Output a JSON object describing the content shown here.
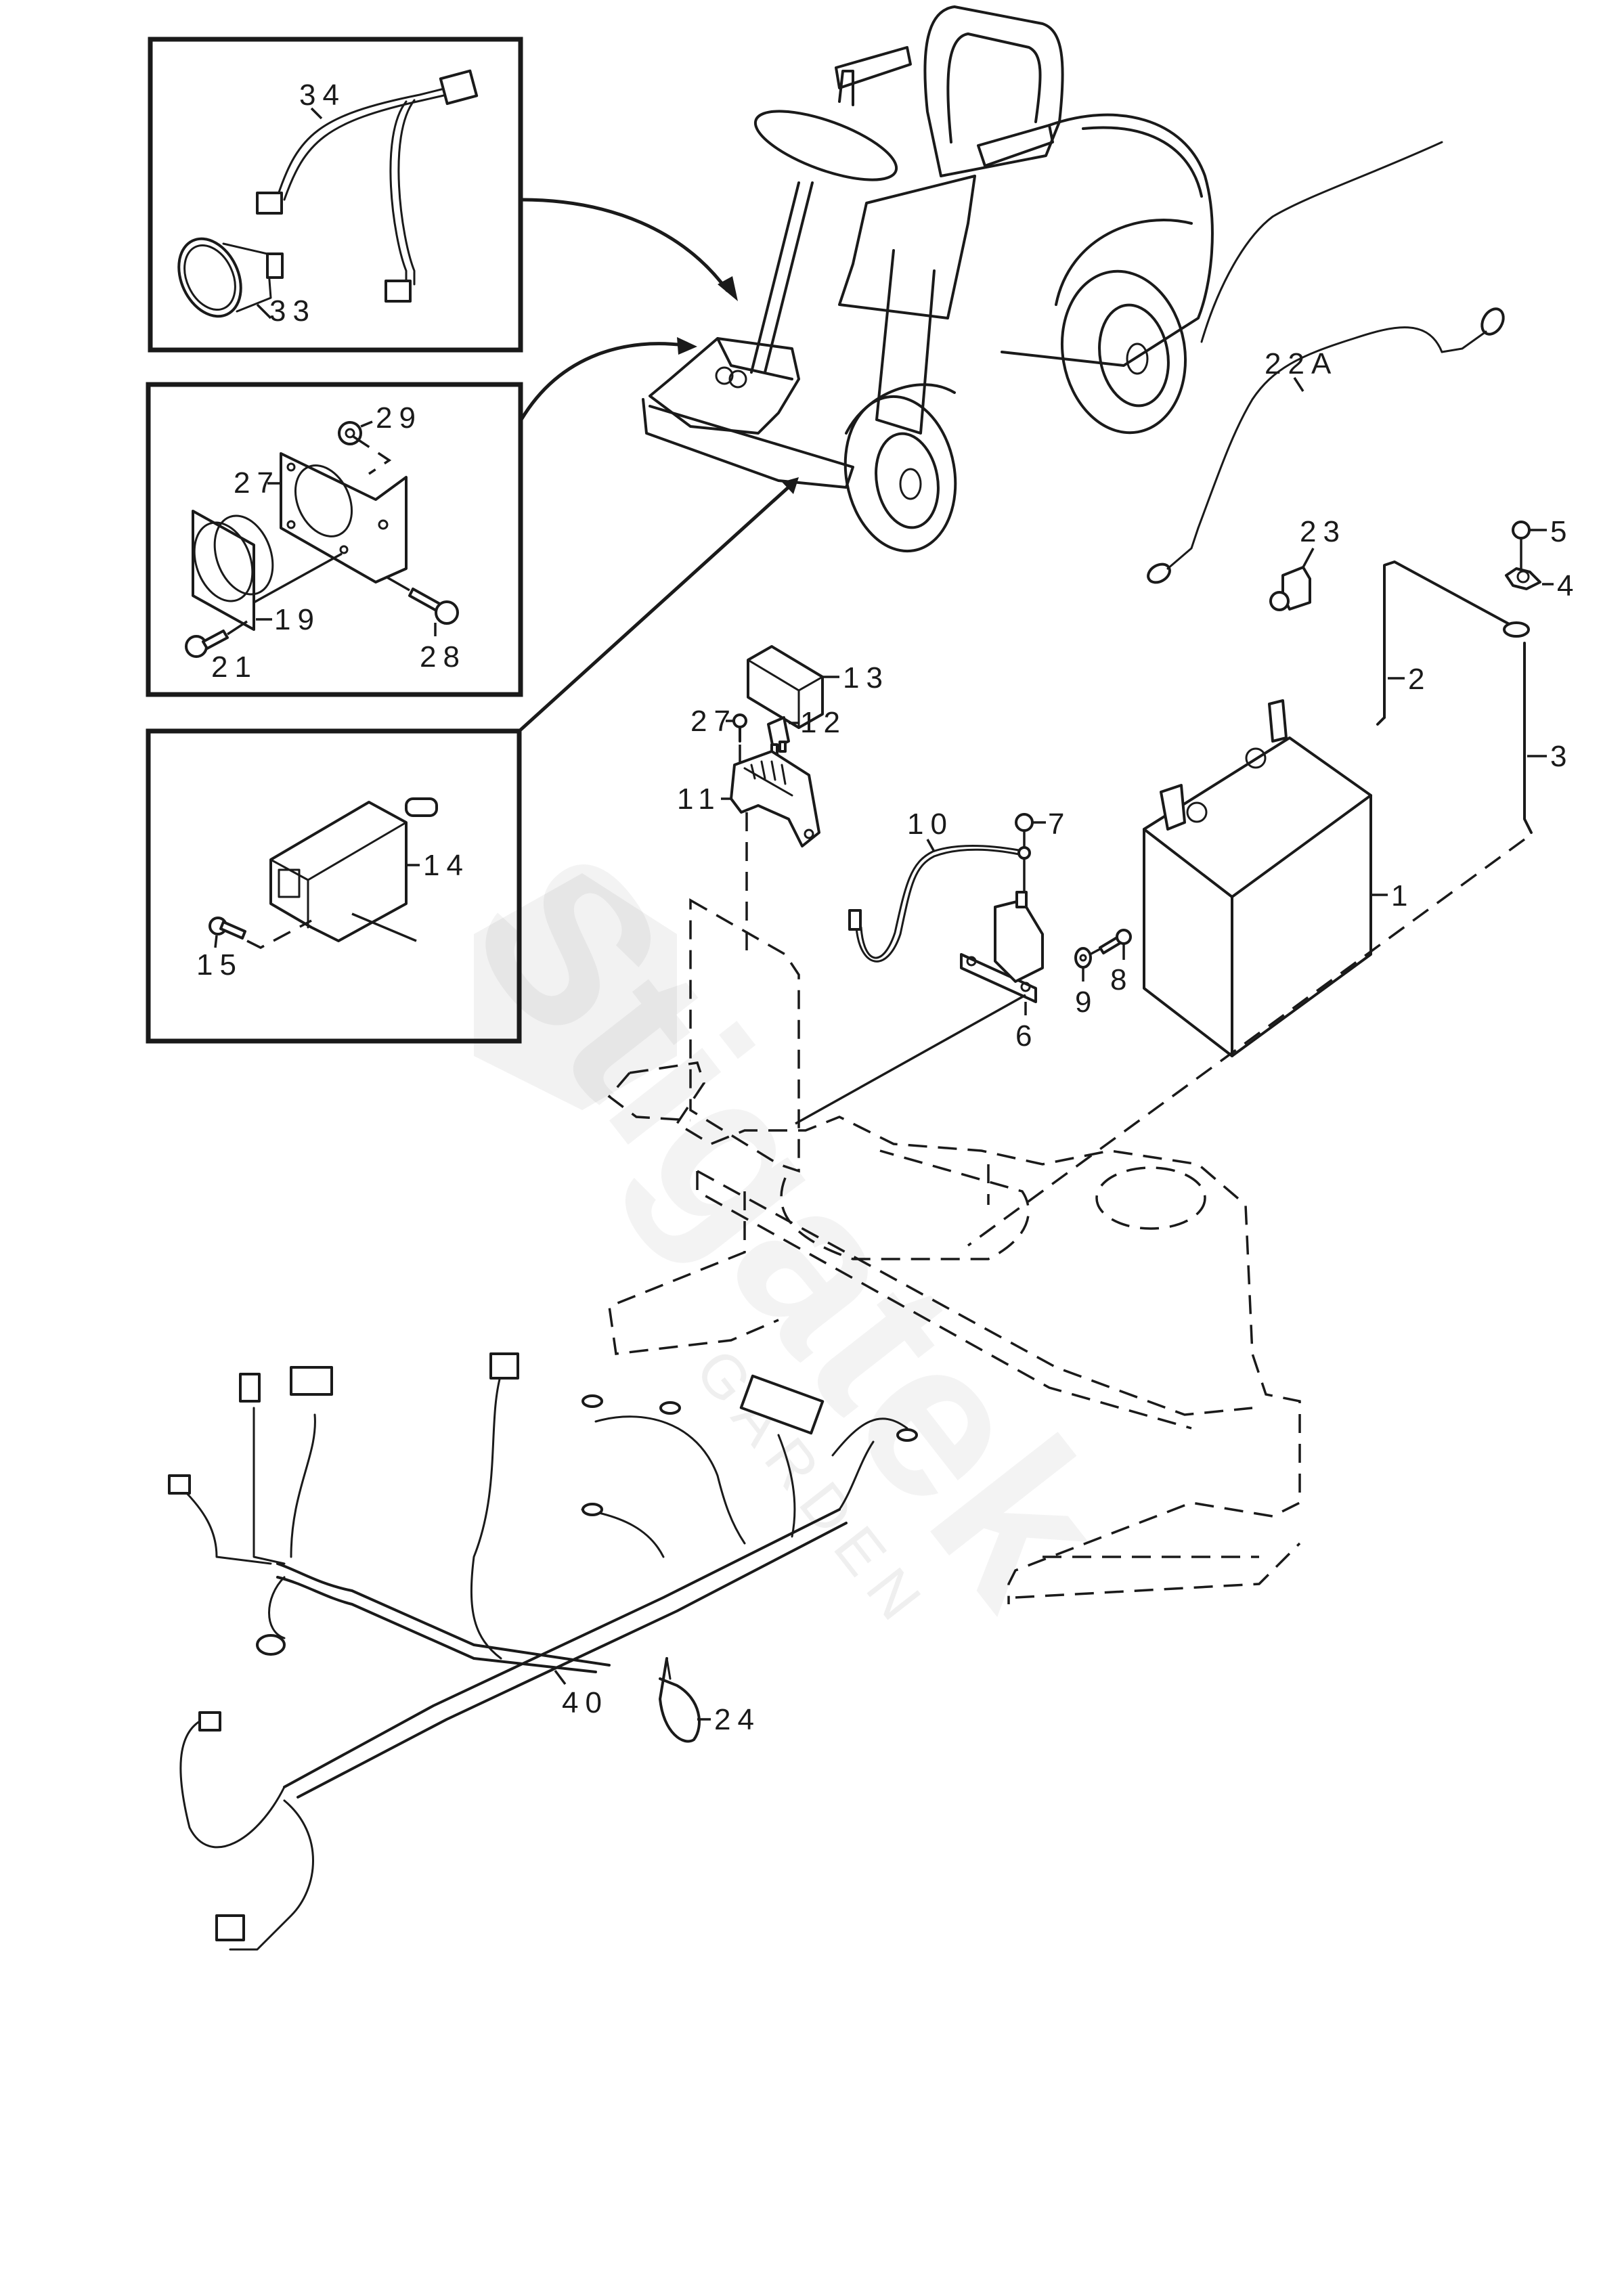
{
  "diagram": {
    "title": "Electrical system exploded parts diagram",
    "watermark": {
      "brand": "Stigatek",
      "sub": "GARDEN"
    },
    "inset_boxes": [
      {
        "id": "work-light-kit",
        "parts": [
          "34",
          "33"
        ]
      },
      {
        "id": "socket-kit",
        "parts": [
          "29",
          "27",
          "28",
          "19",
          "21"
        ]
      },
      {
        "id": "safety-switch-kit",
        "parts": [
          "14",
          "15"
        ]
      }
    ],
    "callouts": [
      {
        "id": "34",
        "label": "34",
        "part": "wiring-harness-light"
      },
      {
        "id": "33",
        "label": "33",
        "part": "work-lamp"
      },
      {
        "id": "29",
        "label": "29",
        "part": "nut"
      },
      {
        "id": "27a",
        "label": "27",
        "part": "socket-bracket"
      },
      {
        "id": "28",
        "label": "28",
        "part": "bolt"
      },
      {
        "id": "19",
        "label": "19",
        "part": "power-socket"
      },
      {
        "id": "21",
        "label": "21",
        "part": "screw"
      },
      {
        "id": "14",
        "label": "14",
        "part": "safety-switch"
      },
      {
        "id": "15",
        "label": "15",
        "part": "screw"
      },
      {
        "id": "22A",
        "label": "22A",
        "part": "ground-cable"
      },
      {
        "id": "23",
        "label": "23",
        "part": "switch"
      },
      {
        "id": "5",
        "label": "5",
        "part": "nut"
      },
      {
        "id": "4",
        "label": "4",
        "part": "wing-nut"
      },
      {
        "id": "2",
        "label": "2",
        "part": "battery-hold-down-rod"
      },
      {
        "id": "3",
        "label": "3",
        "part": "threaded-rod"
      },
      {
        "id": "1",
        "label": "1",
        "part": "battery"
      },
      {
        "id": "13",
        "label": "13",
        "part": "fuse-box-cover"
      },
      {
        "id": "12",
        "label": "12",
        "part": "fuse"
      },
      {
        "id": "27b",
        "label": "27",
        "part": "screw"
      },
      {
        "id": "11",
        "label": "11",
        "part": "fuse-holder"
      },
      {
        "id": "10",
        "label": "10",
        "part": "cable"
      },
      {
        "id": "7",
        "label": "7",
        "part": "nut"
      },
      {
        "id": "6",
        "label": "6",
        "part": "solenoid"
      },
      {
        "id": "9",
        "label": "9",
        "part": "washer"
      },
      {
        "id": "8",
        "label": "8",
        "part": "screw"
      },
      {
        "id": "40",
        "label": "40",
        "part": "main-wiring-harness"
      },
      {
        "id": "24",
        "label": "24",
        "part": "cable-tie"
      }
    ]
  }
}
